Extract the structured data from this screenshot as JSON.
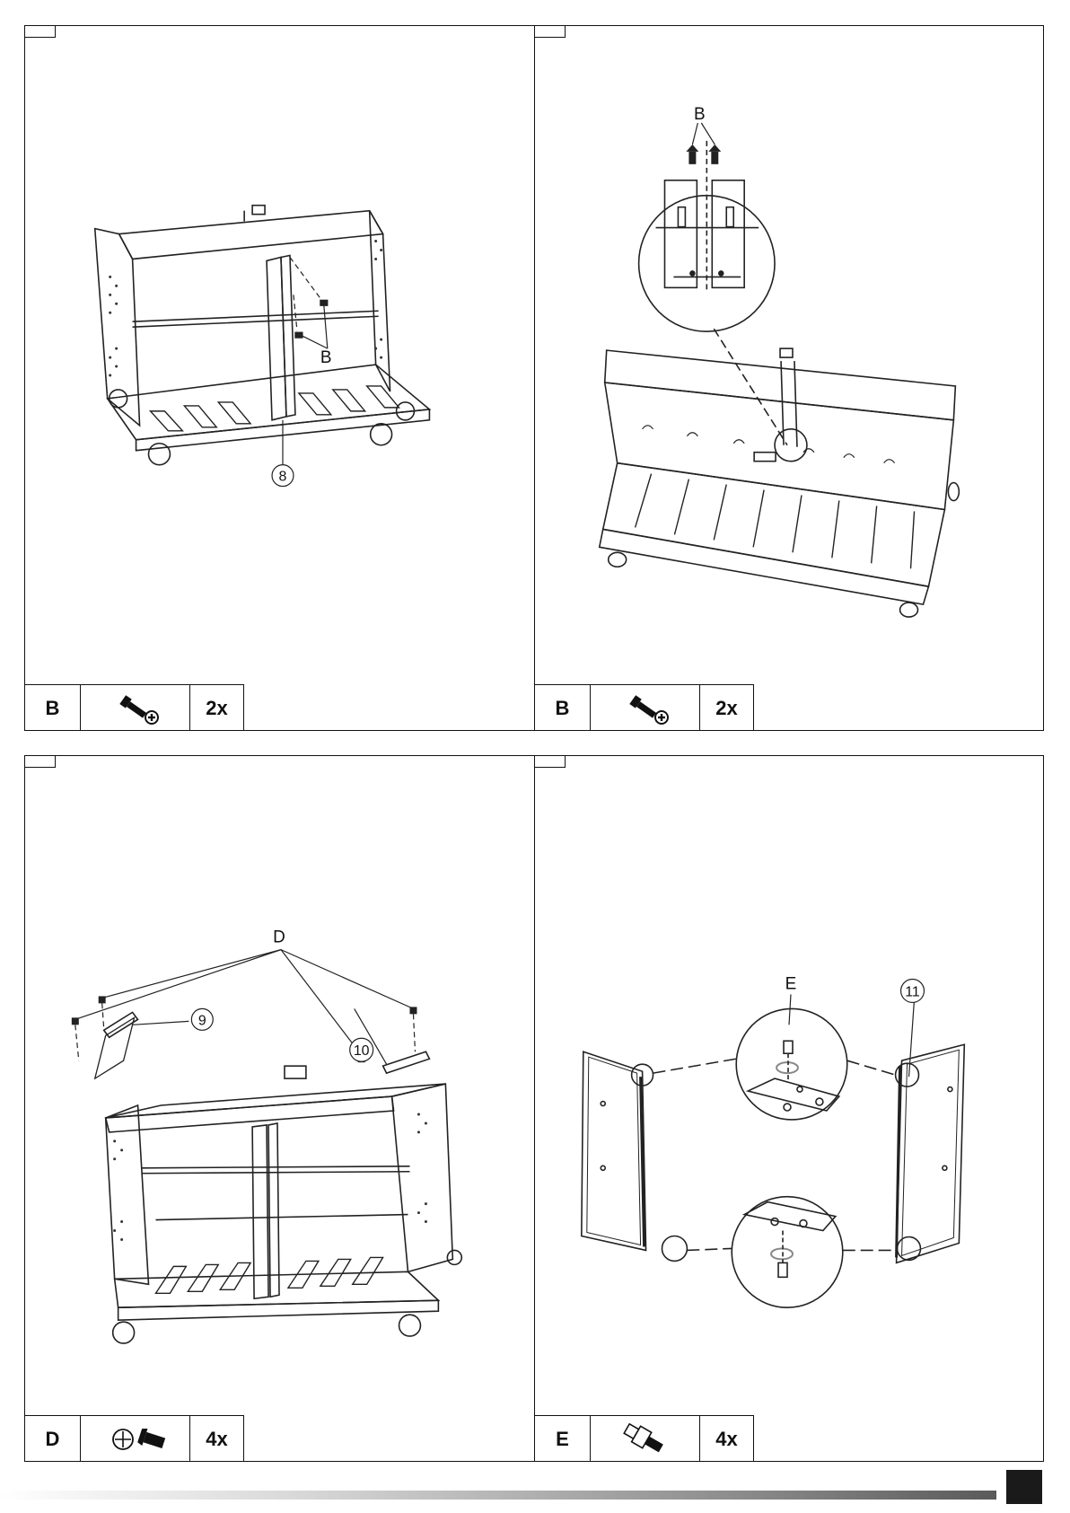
{
  "panels": [
    {
      "hardware": {
        "letter": "B",
        "icon": "screw-icon",
        "quantity": "2x"
      },
      "callouts": {
        "part": "8",
        "hardware": "B"
      }
    },
    {
      "hardware": {
        "letter": "B",
        "icon": "screw-icon",
        "quantity": "2x"
      },
      "callouts": {
        "hardware": "B"
      }
    },
    {
      "hardware": {
        "letter": "D",
        "icon": "bolt-icon",
        "quantity": "4x"
      },
      "callouts": {
        "hardware": "D",
        "part_a": "9",
        "part_b": "10"
      }
    },
    {
      "hardware": {
        "letter": "E",
        "icon": "hinge-pin-icon",
        "quantity": "4x"
      },
      "callouts": {
        "hardware": "E",
        "part": "11"
      }
    }
  ]
}
